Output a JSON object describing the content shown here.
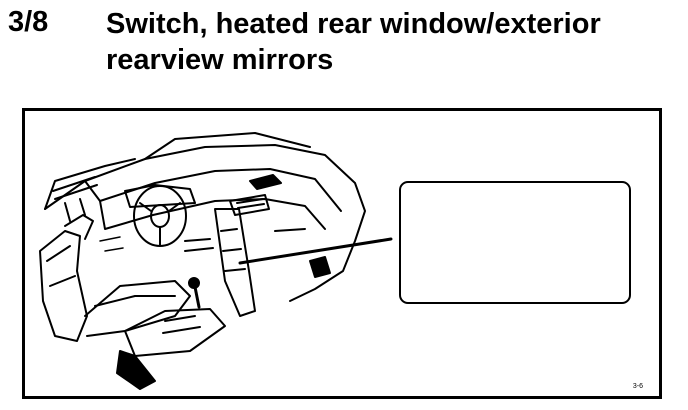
{
  "section": {
    "number": "3/8"
  },
  "title": {
    "line1": "Switch, heated rear window/exterior",
    "line2": "rearview mirrors"
  },
  "figure": {
    "ref": "3-6"
  },
  "colors": {
    "ink": "#000000",
    "paper": "#ffffff"
  }
}
